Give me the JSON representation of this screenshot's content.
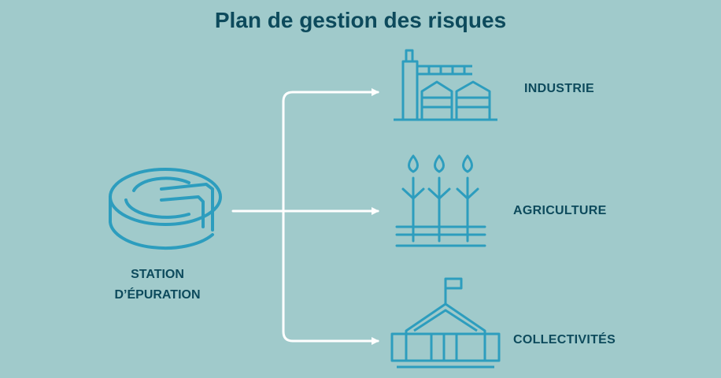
{
  "title": "Plan de gestion des risques",
  "source": {
    "label_line1": "STATION",
    "label_line2": "D’ÉPURATION",
    "icon": "treatment-tank-icon"
  },
  "targets": [
    {
      "label": "INDUSTRIE",
      "icon": "factory-icon"
    },
    {
      "label": "AGRICULTURE",
      "icon": "crops-icon"
    },
    {
      "label": "COLLECTIVITÉS",
      "icon": "town-hall-icon"
    }
  ],
  "colors": {
    "background": "#a0cacb",
    "icon_stroke": "#2d9dbe",
    "text": "#0d4a5c",
    "connector": "#ffffff"
  }
}
